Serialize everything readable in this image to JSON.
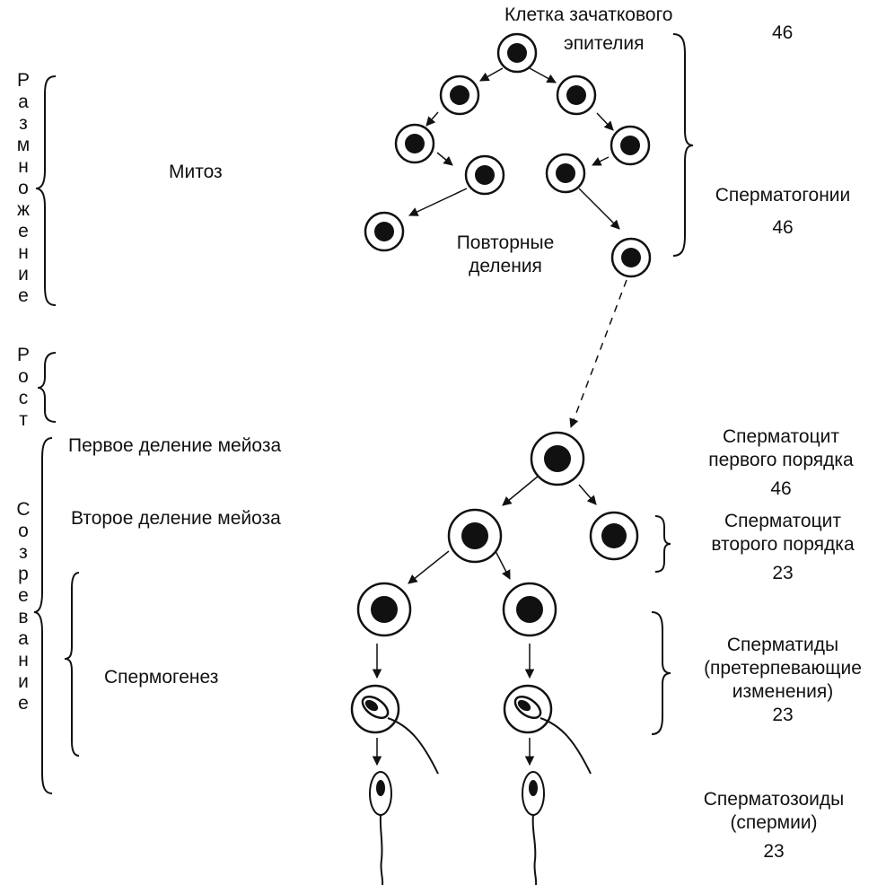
{
  "stages": {
    "reproduction": "Размножение",
    "growth": "Рост",
    "maturation": "Созревание"
  },
  "processes": {
    "mitosis": "Митоз",
    "repeated_divisions_line1": "Повторные",
    "repeated_divisions_line2": "деления",
    "meiosis_first": "Первое деление мейоза",
    "meiosis_second": "Второе деление мейоза",
    "spermiogenesis": "Спермогенез"
  },
  "cells": {
    "germ_cell_line1": "Клетка зачаткового",
    "germ_cell_line2": "эпителия",
    "germ_cell_count": "46",
    "spermatogonia": "Сперматогонии",
    "spermatogonia_count": "46",
    "spermatocyte1_line1": "Сперматоцит",
    "spermatocyte1_line2": "первого порядка",
    "spermatocyte1_count": "46",
    "spermatocyte2_line1": "Сперматоцит",
    "spermatocyte2_line2": "второго порядка",
    "spermatocyte2_count": "23",
    "spermatid_line1": "Сперматиды",
    "spermatid_line2": "(претерпевающие",
    "spermatid_line3": "изменения)",
    "spermatid_count": "23",
    "sperm_line1": "Сперматозоиды",
    "sperm_line2": "(спермии)",
    "sperm_count": "23"
  }
}
